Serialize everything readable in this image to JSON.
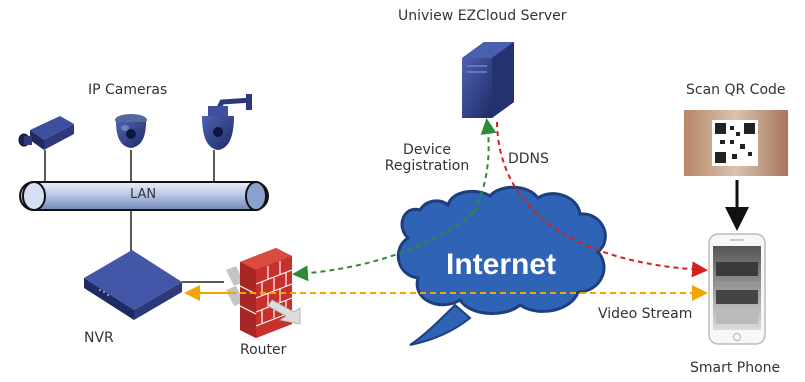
{
  "labels": {
    "server": "Uniview EZCloud Server",
    "ip_cameras": "IP Cameras",
    "lan": "LAN",
    "nvr": "NVR",
    "router": "Router",
    "internet": "Internet",
    "device_registration_line1": "Device",
    "device_registration_line2": "Registration",
    "ddns": "DDNS",
    "scan_qr_code": "Scan QR Code",
    "video_stream": "Video Stream",
    "smart_phone": "Smart Phone"
  },
  "colors": {
    "cloud_fill": "#2f63b5",
    "cloud_stroke": "#1d3f7f",
    "device_registration_arrow": "#2e8b3a",
    "ddns_arrow": "#d61f1f",
    "video_stream_arrow": "#f0a500",
    "lan_tube": "#b9c8e6",
    "firewall_brick": "#c8302c",
    "device_dark_blue": "#2c3a7c"
  },
  "icons": [
    "server-icon",
    "box-camera-icon",
    "dome-camera-icon",
    "ptz-camera-icon",
    "lan-tube-icon",
    "nvr-icon",
    "router-firewall-icon",
    "internet-cloud-icon",
    "qr-code-photo-icon",
    "smart-phone-icon"
  ]
}
